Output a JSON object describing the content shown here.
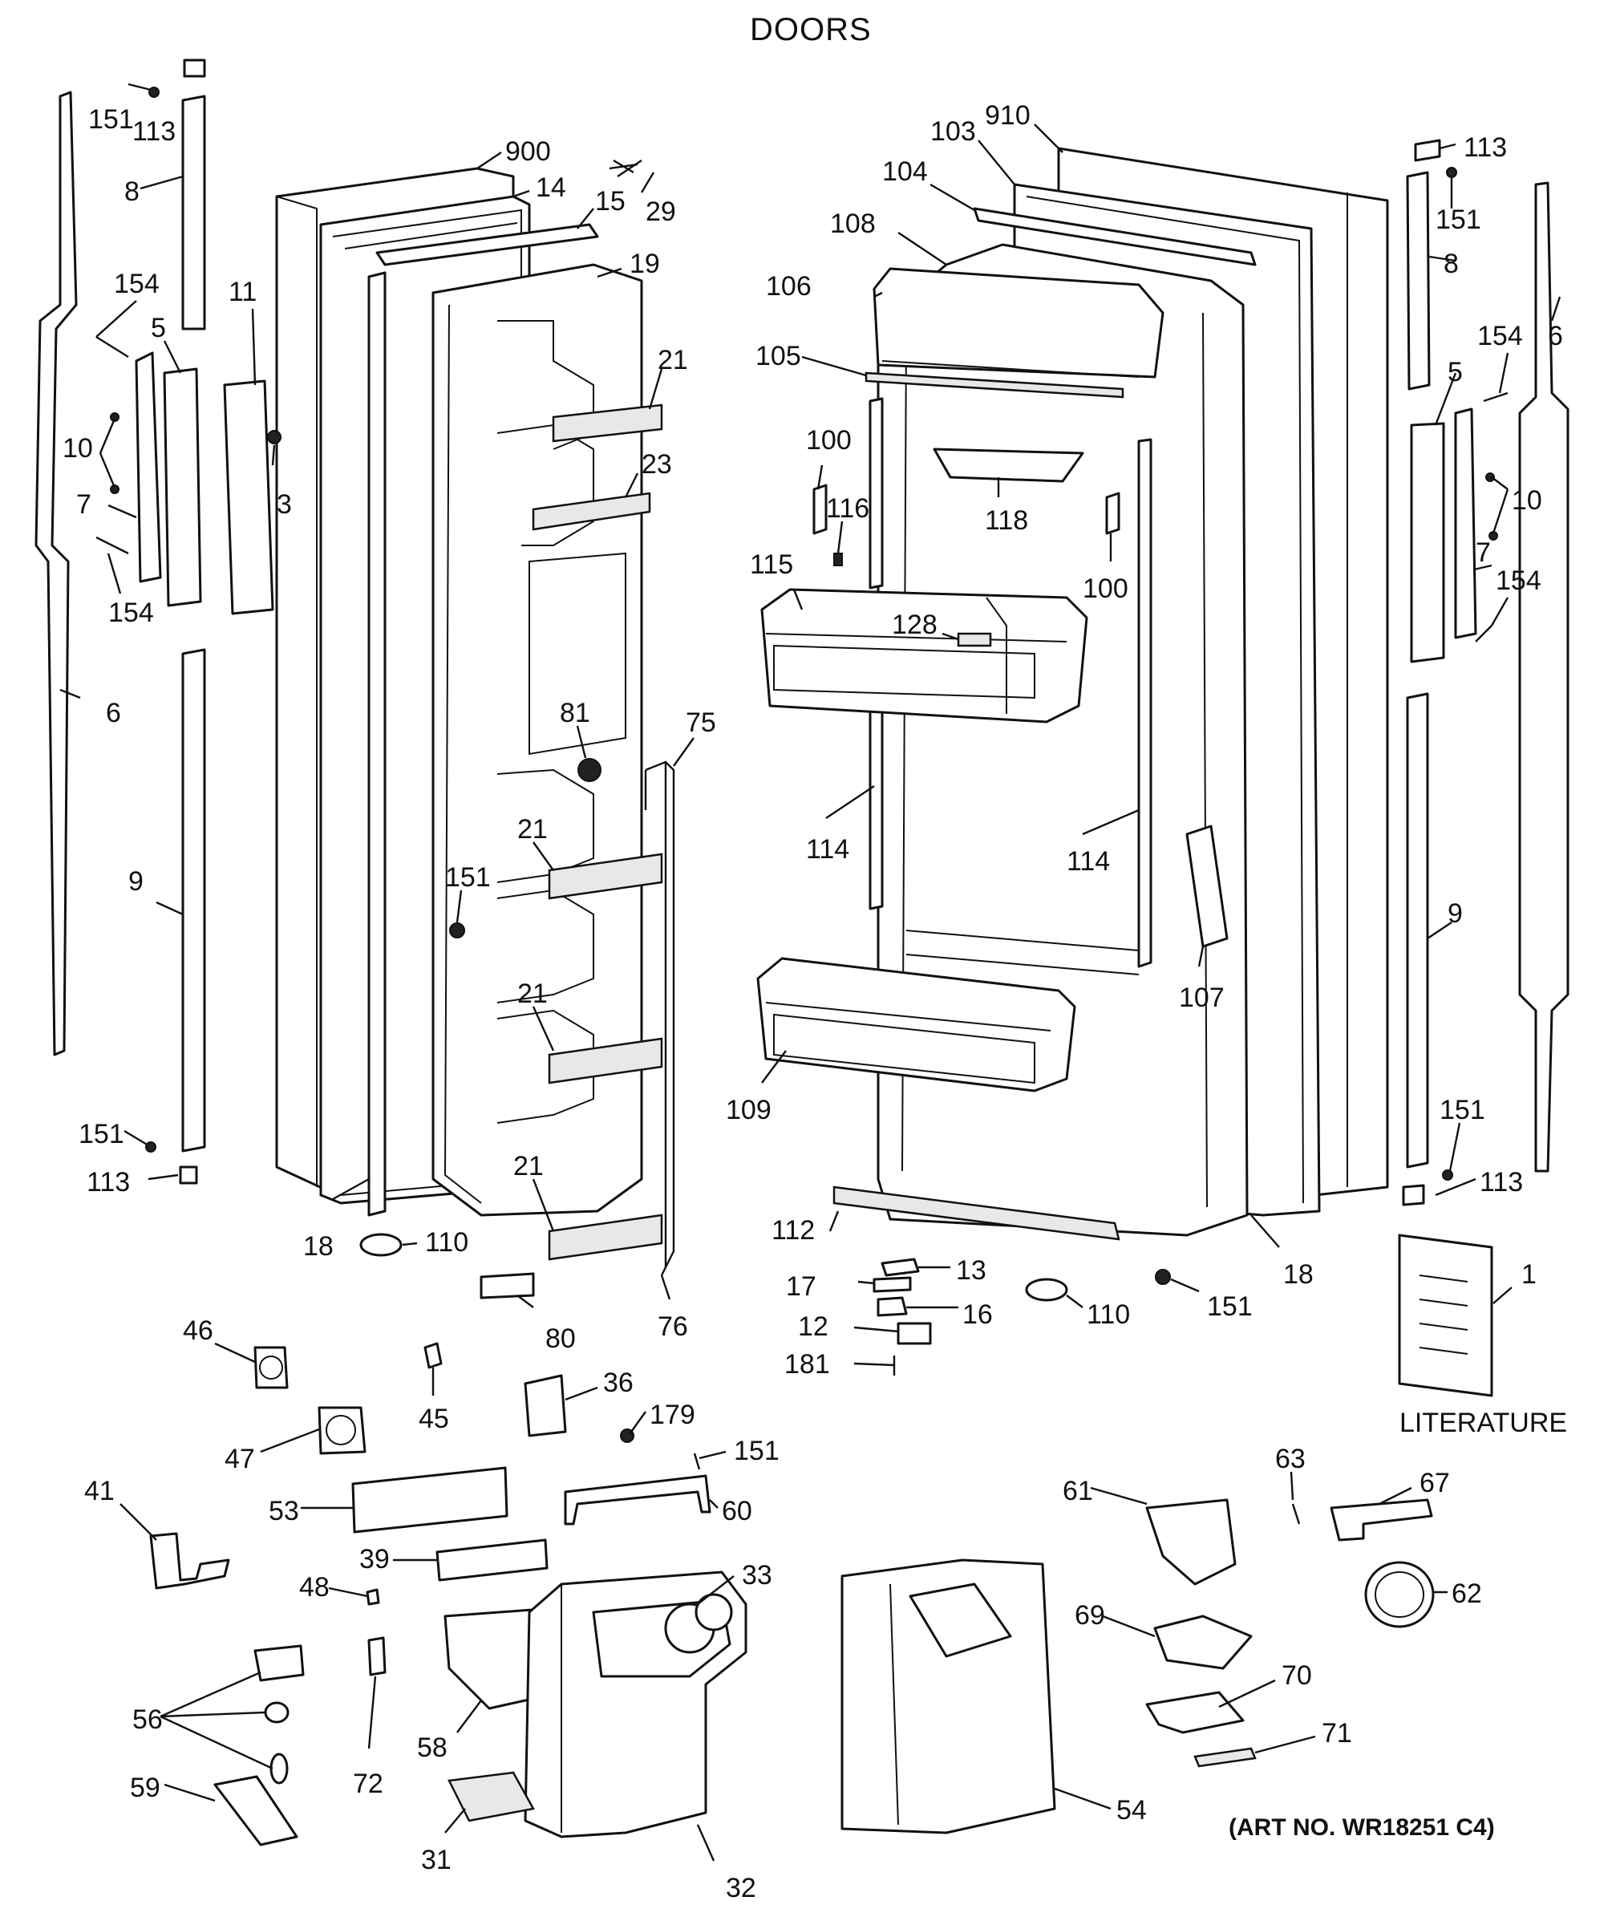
{
  "title": "DOORS",
  "literature_label": "LITERATURE",
  "art_number": "(ART NO. WR18251 C4)",
  "callouts": {
    "c151a": "151",
    "c113a": "113",
    "c8a": "8",
    "c154a": "154",
    "c5a": "5",
    "c11": "11",
    "c10a": "10",
    "c3": "3",
    "c7a": "7",
    "c154b": "154",
    "c6a": "6",
    "c9a": "9",
    "c151b": "151",
    "c113b": "113",
    "c18a": "18",
    "c110a": "110",
    "c900": "900",
    "c14": "14",
    "c15": "15",
    "c29": "29",
    "c19": "19",
    "c21a": "21",
    "c23": "23",
    "c81": "81",
    "c75": "75",
    "c151c": "151",
    "c21b": "21",
    "c21c": "21",
    "c21d": "21",
    "c80": "80",
    "c76": "76",
    "c910": "910",
    "c103": "103",
    "c104": "104",
    "c108": "108",
    "c106": "106",
    "c105": "105",
    "c100a": "100",
    "c116": "116",
    "c118": "118",
    "c100b": "100",
    "c115": "115",
    "c128": "128",
    "c114a": "114",
    "c114b": "114",
    "c107": "107",
    "c109": "109",
    "c112": "112",
    "c113c": "113",
    "c151d": "151",
    "c8b": "8",
    "c6b": "6",
    "c154c": "154",
    "c5b": "5",
    "c10b": "10",
    "c7b": "7",
    "c154d": "154",
    "c9b": "9",
    "c151e": "151",
    "c113d": "113",
    "c18b": "18",
    "c1": "1",
    "c13": "13",
    "c17": "17",
    "c16": "16",
    "c12": "12",
    "c181": "181",
    "c110b": "110",
    "c151f": "151",
    "c46": "46",
    "c45": "45",
    "c36": "36",
    "c179": "179",
    "c47": "47",
    "c151g": "151",
    "c41": "41",
    "c53": "53",
    "c60": "60",
    "c39": "39",
    "c33": "33",
    "c48": "48",
    "c56": "56",
    "c58": "58",
    "c72": "72",
    "c59": "59",
    "c31": "31",
    "c32": "32",
    "c61": "61",
    "c63": "63",
    "c67": "67",
    "c62": "62",
    "c69": "69",
    "c70": "70",
    "c71": "71",
    "c54": "54"
  }
}
